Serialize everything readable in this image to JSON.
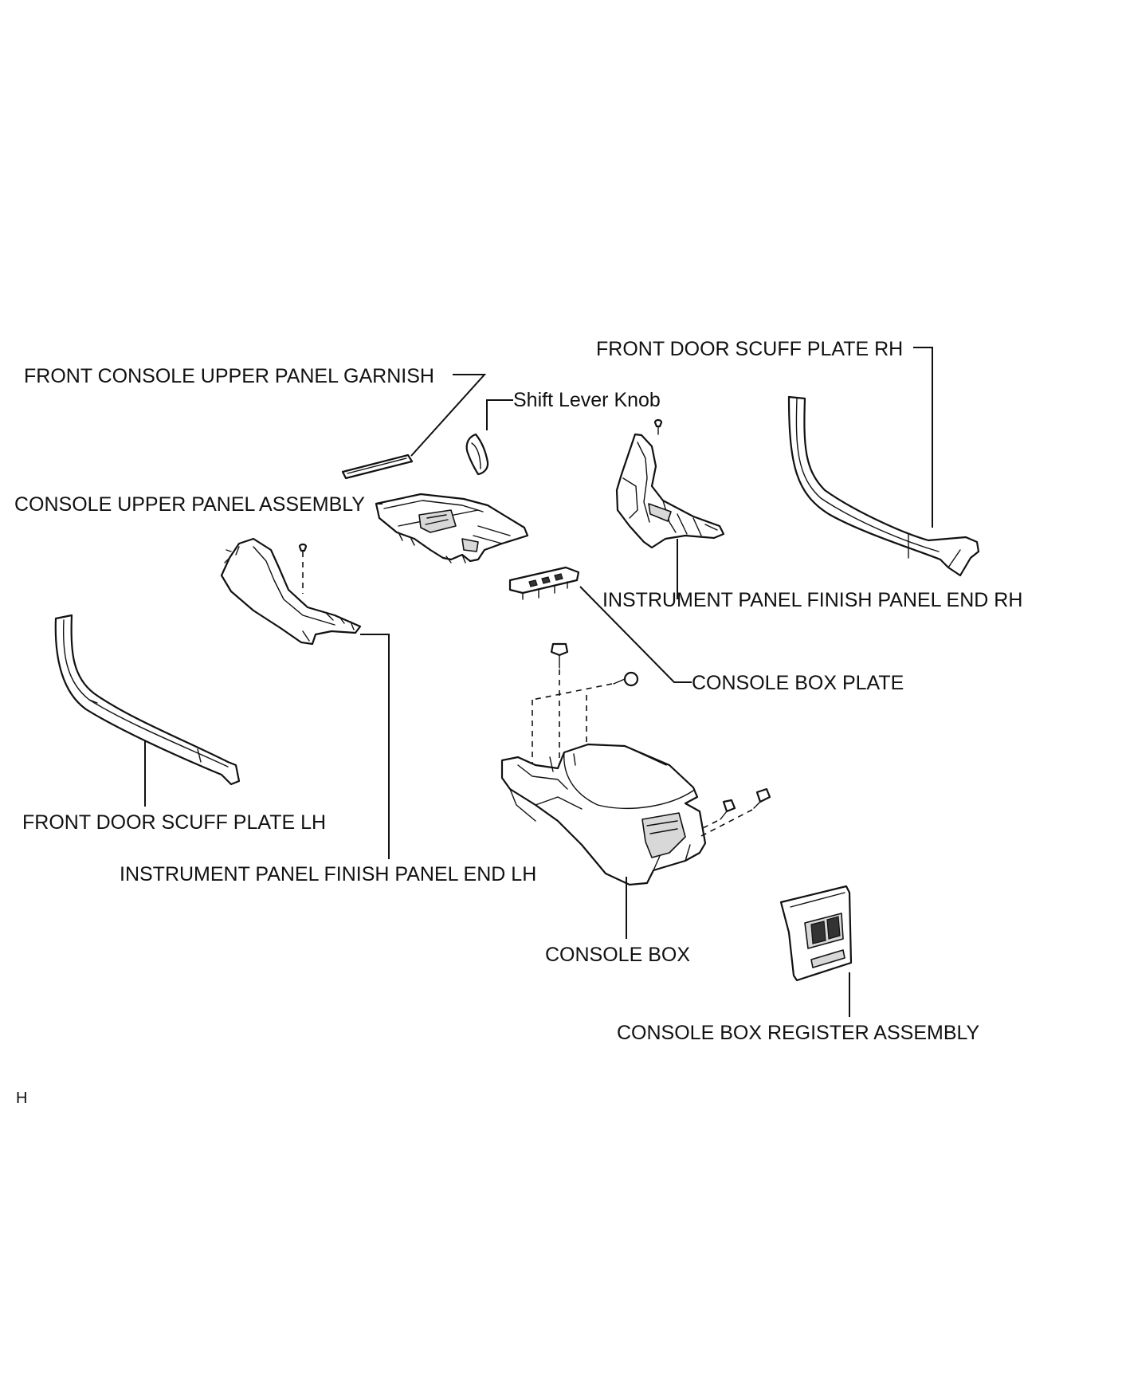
{
  "labels": {
    "front_console_upper_panel_garnish": "FRONT CONSOLE UPPER PANEL GARNISH",
    "shift_lever_knob": "Shift Lever Knob",
    "front_door_scuff_plate_rh": "FRONT DOOR SCUFF PLATE RH",
    "console_upper_panel_assembly": "CONSOLE UPPER PANEL ASSEMBLY",
    "instrument_panel_finish_panel_end_rh": "INSTRUMENT PANEL FINISH PANEL END RH",
    "console_box_plate": "CONSOLE BOX PLATE",
    "front_door_scuff_plate_lh": "FRONT DOOR SCUFF PLATE LH",
    "instrument_panel_finish_panel_end_lh": "INSTRUMENT PANEL FINISH PANEL END LH",
    "console_box": "CONSOLE BOX",
    "console_box_register_assembly": "CONSOLE BOX REGISTER ASSEMBLY"
  },
  "figure_id": "H",
  "colors": {
    "line": "#111111",
    "background": "#ffffff"
  }
}
